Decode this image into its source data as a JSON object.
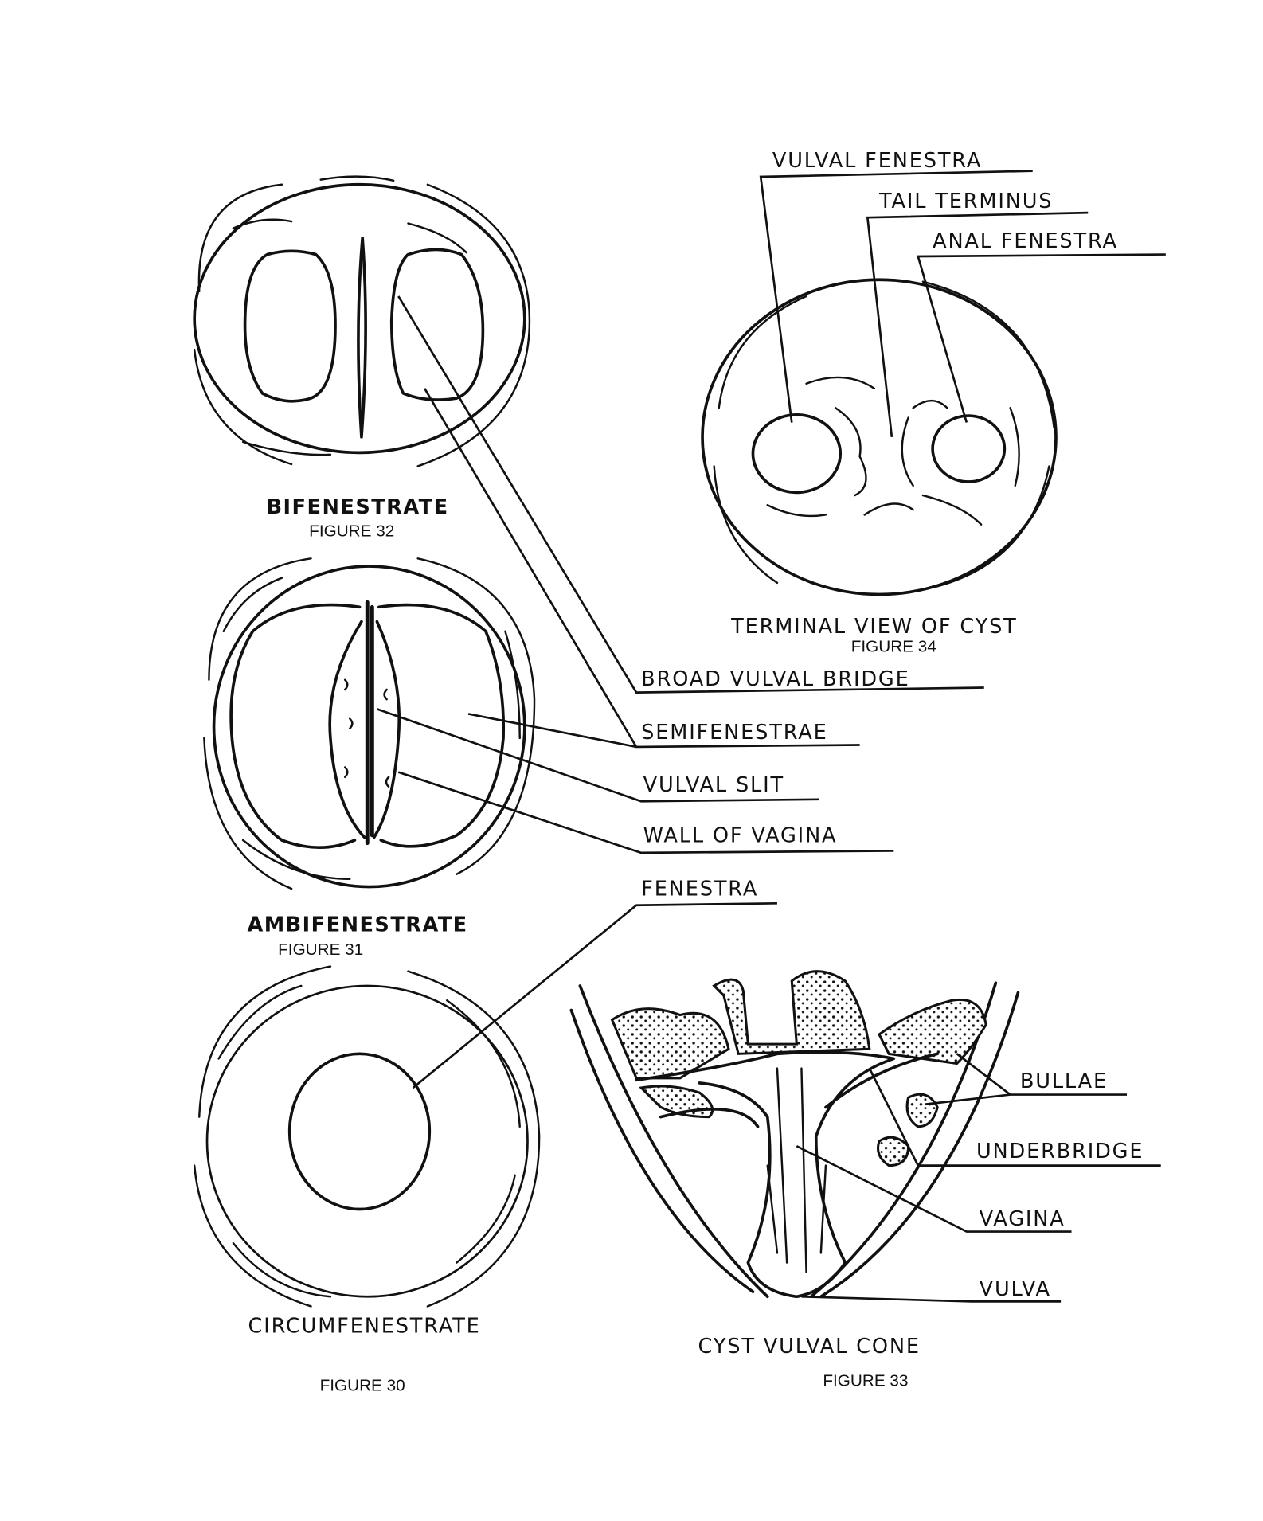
{
  "figures": {
    "fig32": {
      "title": "BIFENESTRATE",
      "number": "FIGURE 32"
    },
    "fig31": {
      "title": "AMBIFENESTRATE",
      "number": "FIGURE 31"
    },
    "fig30": {
      "title": "CIRCUMFENESTRATE",
      "number": "FIGURE 30"
    },
    "fig34": {
      "title": "TERMINAL VIEW OF CYST",
      "number": "FIGURE 34"
    },
    "fig33": {
      "title": "CYST VULVAL CONE",
      "number": "FIGURE 33"
    }
  },
  "labels": {
    "vulval_fenestra": "VULVAL FENESTRA",
    "tail_terminus": "TAIL TERMINUS",
    "anal_fenestra": "ANAL FENESTRA",
    "broad_vulval_bridge": "BROAD VULVAL BRIDGE",
    "semifenestrae": "SEMIFENESTRAE",
    "vulval_slit": "VULVAL SLIT",
    "wall_of_vagina": "WALL OF VAGINA",
    "fenestra": "FENESTRA",
    "bullae": "BULLAE",
    "underbridge": "UNDERBRIDGE",
    "vagina": "VAGINA",
    "vulva": "VULVA"
  }
}
